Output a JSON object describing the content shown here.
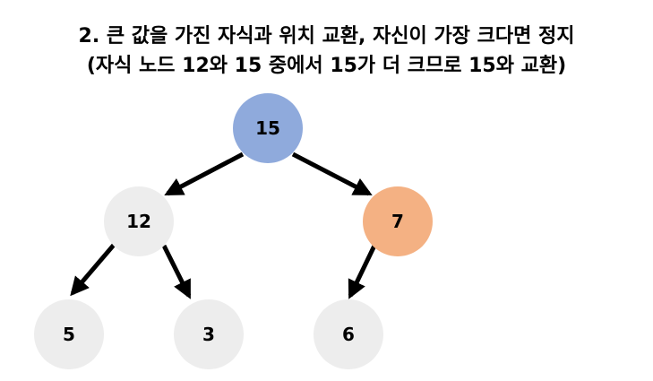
{
  "caption": {
    "line1": "2. 큰 값을 가진 자식과 위치 교환, 자신이 가장 크다면 정지",
    "line2": "(자식 노드 12와 15 중에서 15가 더 크므로 15와 교환)"
  },
  "colors": {
    "root": "#8FAADC",
    "swapped_child": "#F4B183",
    "default_node": "#EDEDED",
    "edge": "#000000"
  },
  "tree": {
    "root": {
      "value": "15"
    },
    "left": {
      "value": "12"
    },
    "right": {
      "value": "7"
    },
    "left_left": {
      "value": "5"
    },
    "left_right": {
      "value": "3"
    },
    "right_left": {
      "value": "6"
    }
  }
}
